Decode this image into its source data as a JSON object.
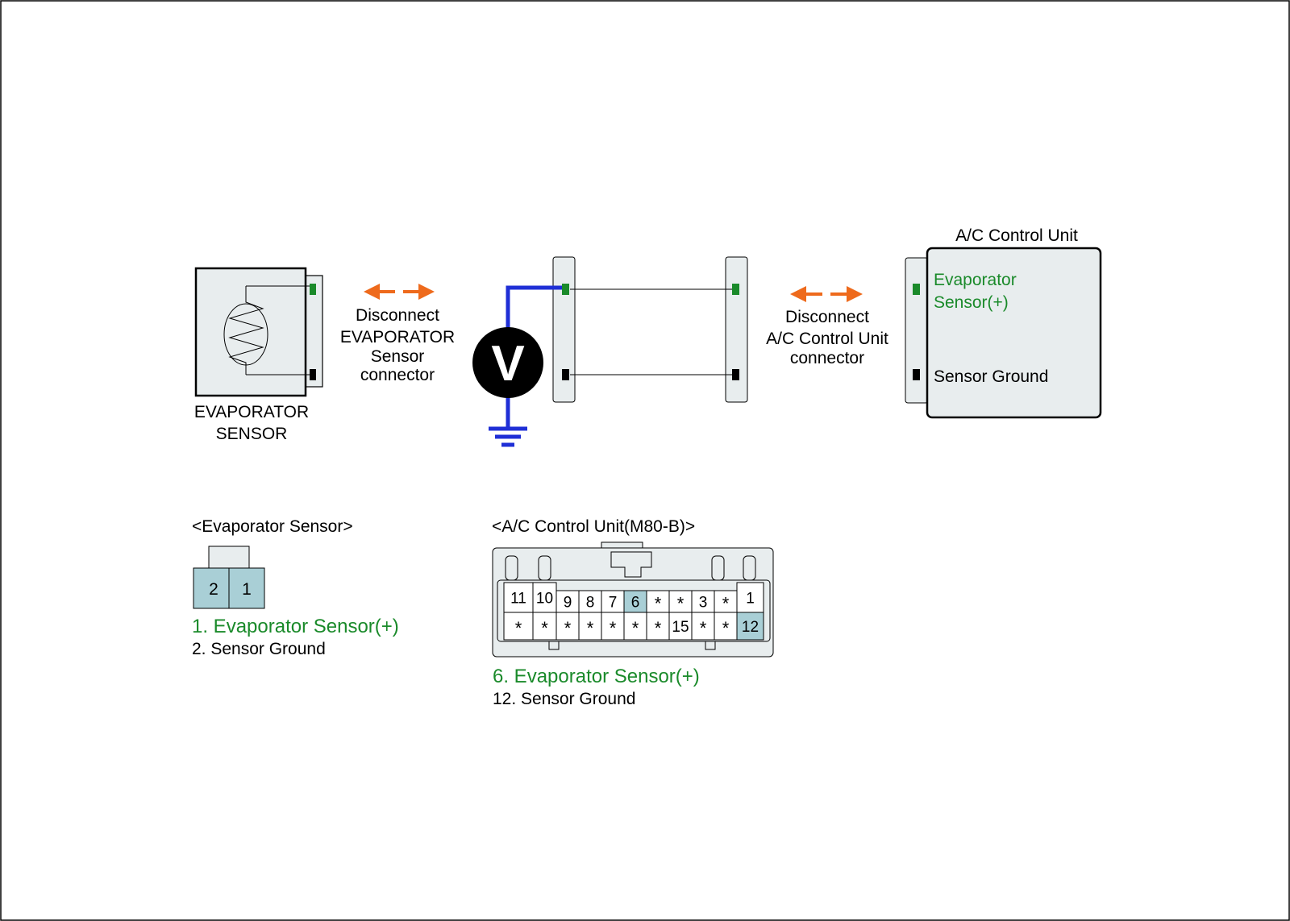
{
  "colors": {
    "green": "#1a8a2a",
    "orange": "#ee6a1c",
    "blue": "#1f2fd6",
    "box_fill": "#e8edee",
    "pin_fill": "#a9cfd6"
  },
  "sensor": {
    "label_line1": "EVAPORATOR",
    "label_line2": "SENSOR"
  },
  "disconnect_left": {
    "line1": "Disconnect",
    "line2": "EVAPORATOR",
    "line3": "Sensor",
    "line4": "connector"
  },
  "voltmeter": {
    "symbol": "V"
  },
  "disconnect_right": {
    "line1": "Disconnect",
    "line2": "A/C Control Unit",
    "line3": "connector"
  },
  "acu": {
    "title": "A/C Control Unit",
    "pin_plus_line1": "Evaporator",
    "pin_plus_line2": "Sensor(+)",
    "pin_ground": "Sensor Ground"
  },
  "evap_connector": {
    "title": "<Evaporator Sensor>",
    "pins": [
      "2",
      "1"
    ],
    "legend1": "1. Evaporator Sensor(+)",
    "legend2": "2. Sensor Ground"
  },
  "acu_connector": {
    "title": "<A/C Control Unit(M80-B)>",
    "row1": [
      "11",
      "10",
      "9",
      "8",
      "7",
      "6",
      "*",
      "*",
      "3",
      "*",
      "1"
    ],
    "row2": [
      "*",
      "*",
      "*",
      "*",
      "*",
      "*",
      "*",
      "15",
      "*",
      "*",
      "12"
    ],
    "legend1": "6. Evaporator Sensor(+)",
    "legend2": "12. Sensor Ground"
  }
}
